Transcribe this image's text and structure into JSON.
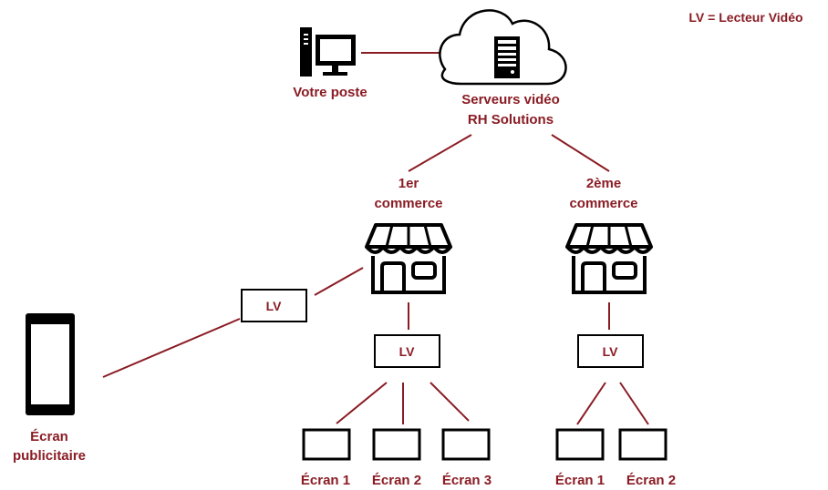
{
  "legend": "LV = Lecteur Vidéo",
  "nodes": {
    "workstation": {
      "label": "Votre poste",
      "icon": "computer-icon"
    },
    "servers": {
      "line1": "Serveurs vidéo",
      "line2": "RH Solutions",
      "icon": "cloud-server-icon"
    },
    "store1": {
      "line1": "1er",
      "line2": "commerce",
      "icon": "store-icon"
    },
    "store2": {
      "line1": "2ème",
      "line2": "commerce",
      "icon": "store-icon"
    },
    "lv_left": "LV",
    "lv_store1": "LV",
    "lv_store2": "LV",
    "ad_screen": {
      "line1": "Écran",
      "line2": "publicitaire",
      "icon": "tablet-icon"
    },
    "store1_screens": [
      "Écran 1",
      "Écran 2",
      "Écran 3"
    ],
    "store2_screens": [
      "Écran 1",
      "Écran 2"
    ]
  },
  "colors": {
    "accent": "#8a1c24",
    "icon": "#000000"
  }
}
